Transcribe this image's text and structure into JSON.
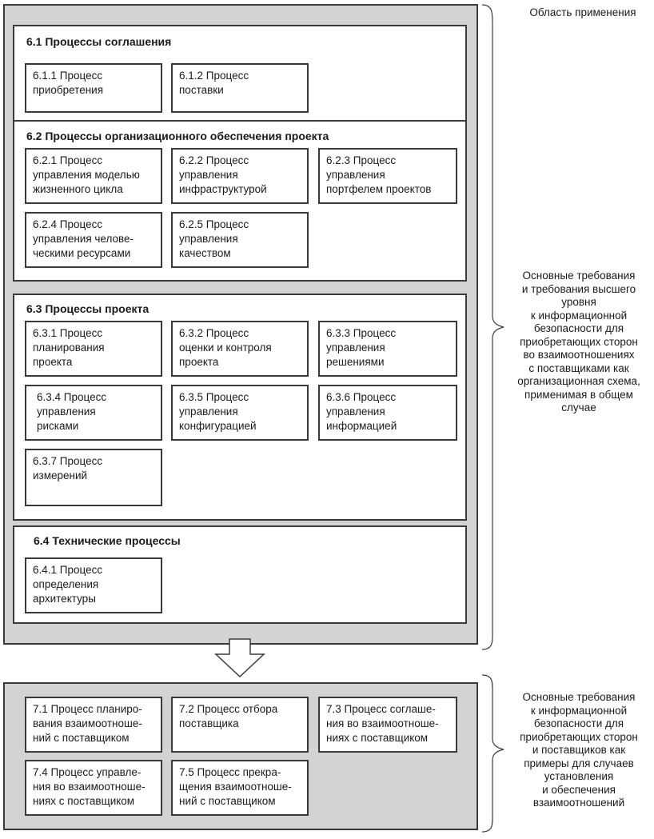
{
  "diagram": {
    "scope_label": "Область применения",
    "section_61": {
      "title": "6.1 Процессы соглашения",
      "box_611": "6.1.1 Процесс\nприобретения",
      "box_612": "6.1.2 Процесс\nпоставки"
    },
    "section_62": {
      "title": "6.2 Процессы организационного обеспечения проекта",
      "box_621": "6.2.1 Процесс\nуправления моделью\nжизненного цикла",
      "box_622": "6.2.2 Процесс\nуправления\nинфраструктурой",
      "box_623": "6.2.3 Процесс\nуправления\nпортфелем проектов",
      "box_624": "6.2.4 Процесс\nуправления челове-\nческими ресурсами",
      "box_625": "6.2.5 Процесс\nуправления\nкачеством"
    },
    "section_63": {
      "title": "6.3 Процессы проекта",
      "box_631": "6.3.1 Процесс\nпланирования\nпроекта",
      "box_632": "6.3.2 Процесс\nоценки и контроля\nпроекта",
      "box_633": "6.3.3 Процесс\nуправления\nрешениями",
      "box_634": "6.3.4 Процесс\nуправления\nрисками",
      "box_635": "6.3.5 Процесс\nуправления\nконфигурацией",
      "box_636": "6.3.6 Процесс\nуправления\nинформацией",
      "box_637": "6.3.7 Процесс\nизмерений"
    },
    "section_64": {
      "title": "6.4  Технические процессы",
      "box_641": "6.4.1 Процесс\nопределения\nархитектуры"
    },
    "upper_side_note": "Основные  требования\nи требования высшего\nуровня\nк информационной\nбезопасности  для\nприобретающих сторон\nво взаимоотношениях\nс поставщиками как\nорганизационная схема,\nприменимая в общем\nслучае",
    "section_7": {
      "box_71": "7.1 Процесс планиро-\nвания взаимоотноше-\nний с поставщиком",
      "box_72": "7.2 Процесс отбора\nпоставщика",
      "box_73": "7.3 Процесс соглаше-\nния во взаимоотноше-\nниях с поставщиком",
      "box_74": "7.4  Процесс управле-\nния во взаимоотноше-\nниях с поставщиком",
      "box_75": "7.5 Процесс прекра-\nщения взаимоотноше-\nний с поставщиком"
    },
    "lower_side_note": "Основные  требования\nк информационной\nбезопасности  для\nприобретающих сторон\nи поставщиков как\nпримеры для случаев\nустановления\nи обеспечения\nвзаимоотношений"
  },
  "colors": {
    "panel_fill": "#d3d3d3",
    "box_fill": "#ffffff",
    "border": "#3a3a3a"
  }
}
